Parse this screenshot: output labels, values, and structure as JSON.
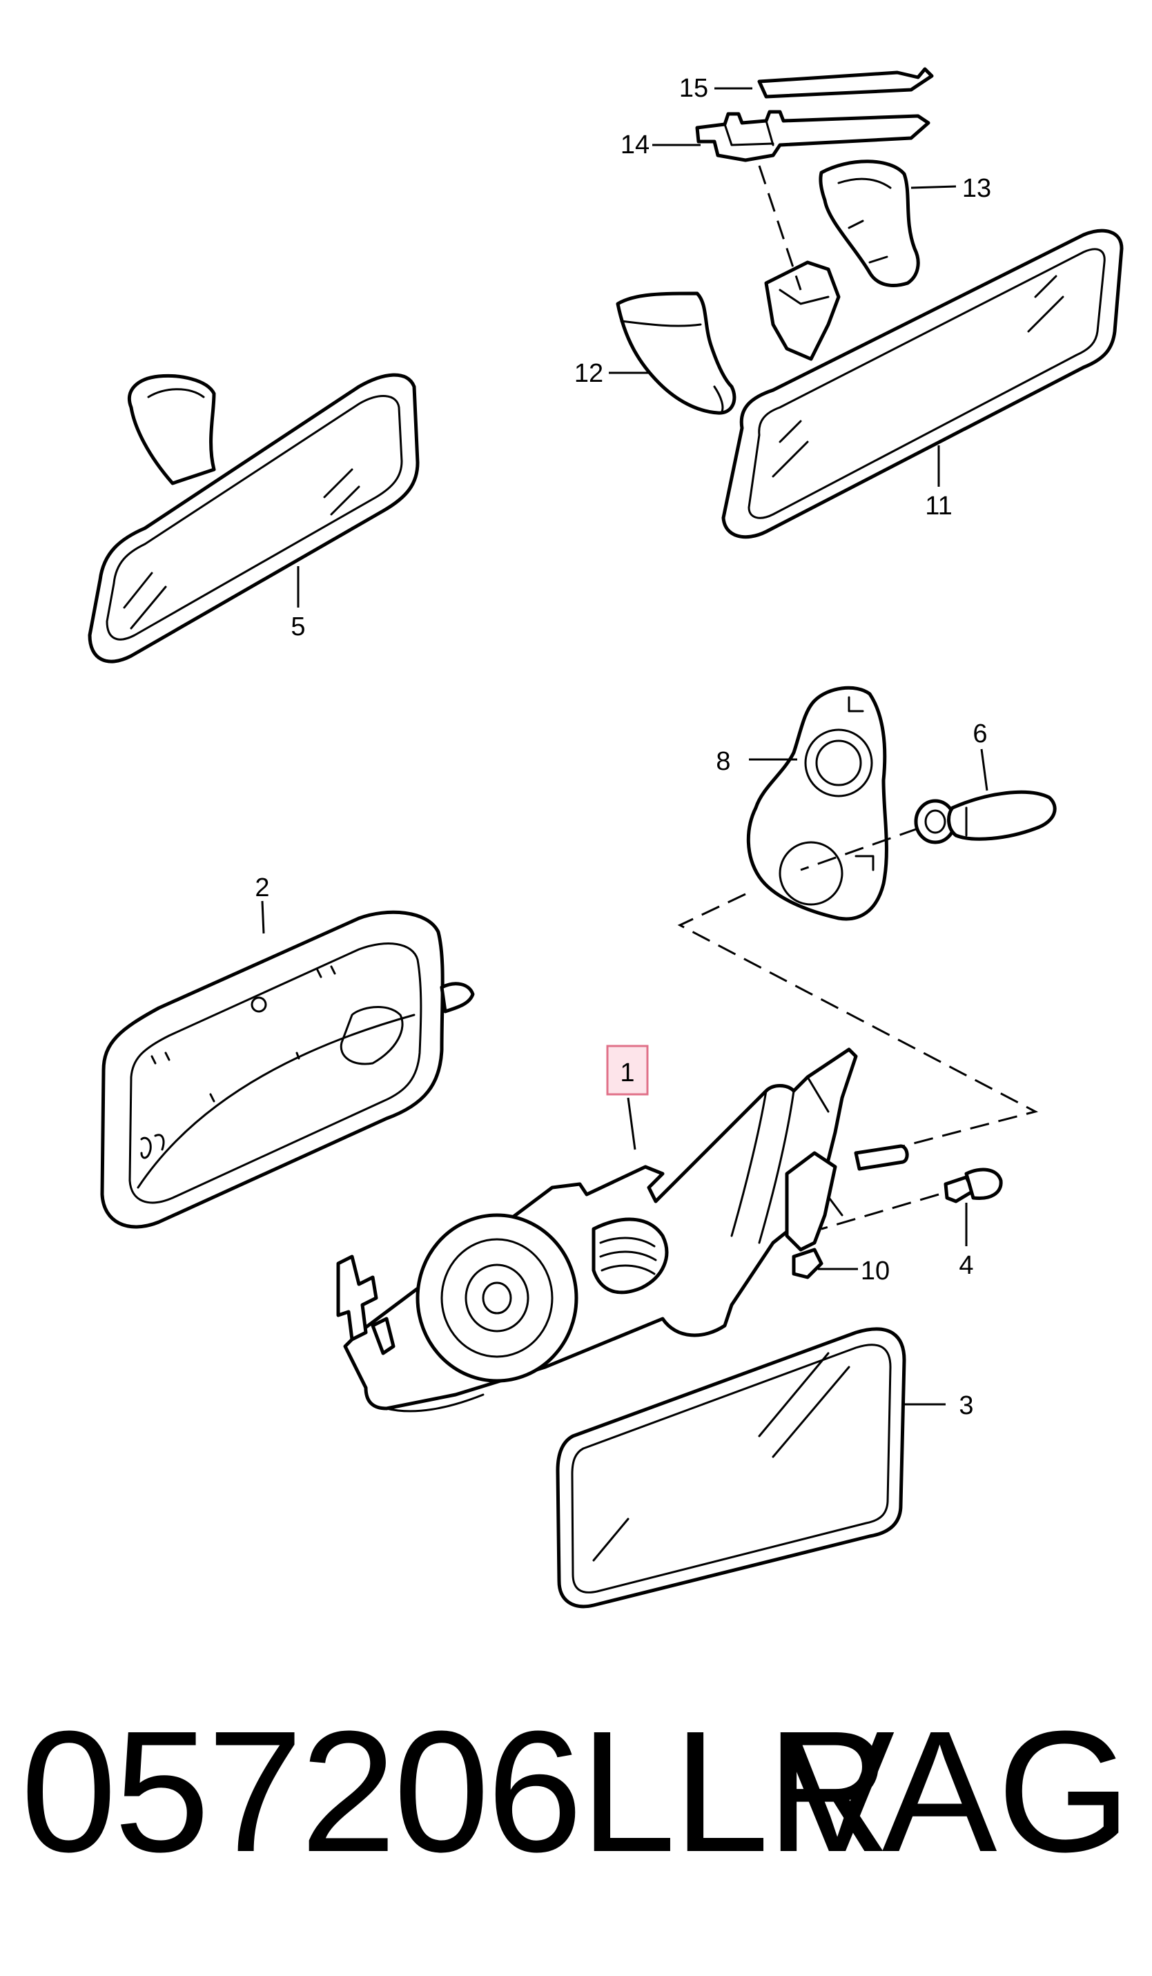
{
  "callouts": {
    "c1": "1",
    "c2": "2",
    "c3": "3",
    "c4": "4",
    "c5": "5",
    "c6": "6",
    "c8": "8",
    "c10": "10",
    "c11": "11",
    "c12": "12",
    "c13": "13",
    "c14": "14",
    "c15": "15"
  },
  "highlighted_callout": "1",
  "highlight_color": "#e07088",
  "footer": {
    "part_number": "057206LLR",
    "brand": "VAG"
  }
}
